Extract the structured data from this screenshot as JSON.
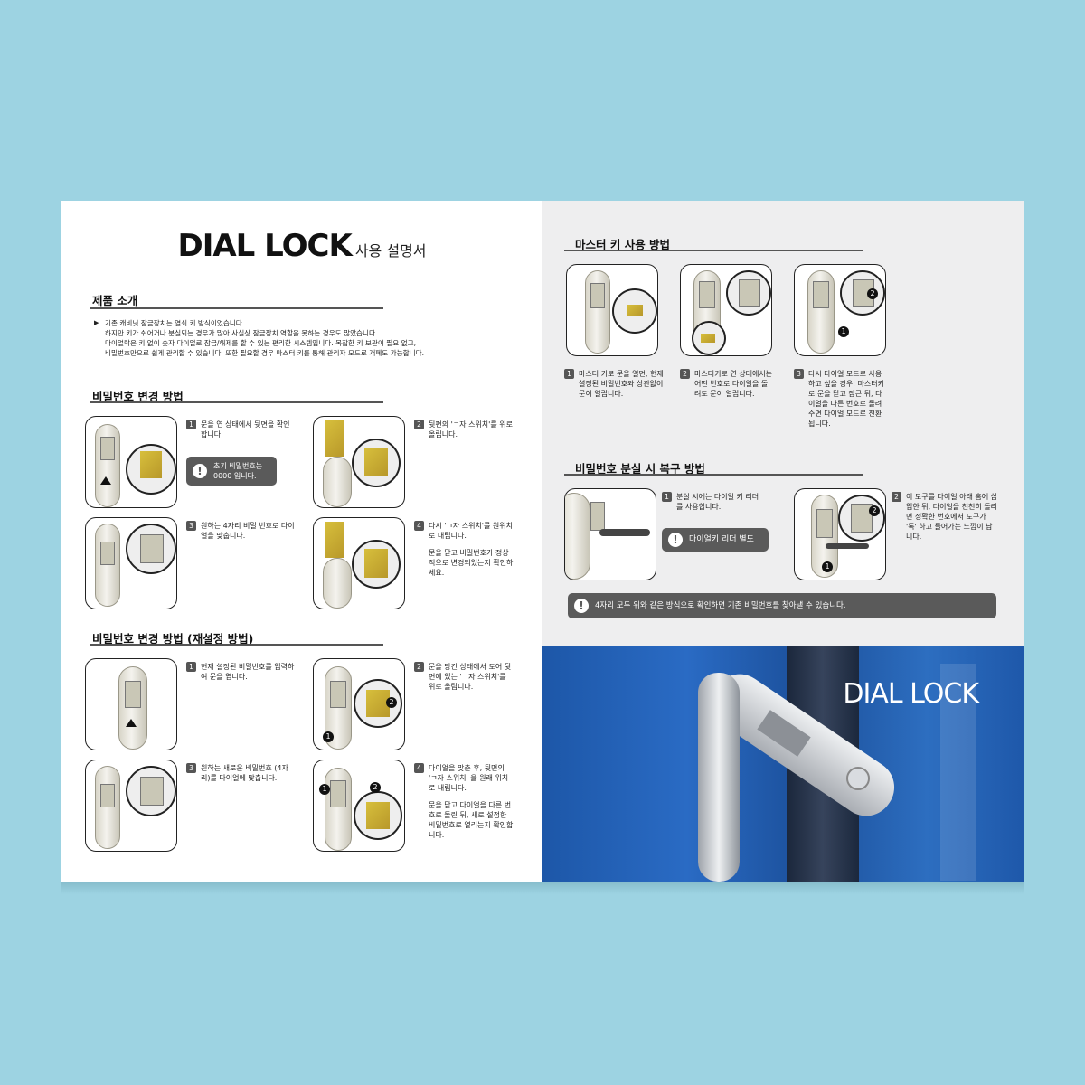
{
  "title": {
    "main": "DIAL LOCK",
    "sub": "사용 설명서"
  },
  "intro": {
    "heading": "제품 소개",
    "bullet": "▶",
    "lines": [
      "기존 캐비닛 잠금장치는 열쇠 키 방식이었습니다.",
      "하지만 키가 쉬어거나 분실되는 경우가 많아 사실상 잠금장치 역할을 못하는 경우도 많았습니다.",
      "다이얼락은 키 없이 숫자 다이얼로 잠금/해제를 할 수 있는 편리한 시스템입니다. 복잡한 키 보관이 필요 없고,",
      "비밀번호만으로 쉽게 관리할 수 있습니다. 또한 필요할 경우 마스터 키를 통해 관리자 모드로 개폐도 가능합니다."
    ]
  },
  "change": {
    "heading": "비밀번호 변경 방법",
    "steps": [
      {
        "n": "1",
        "text": "문을 연 상태에서 뒷면을 확인합니다"
      },
      {
        "n": "2",
        "text": "뒷편의 'ㄱ자 스위치'를 위로 올립니다."
      },
      {
        "n": "3",
        "text": "원하는 4자리 비밀 번호로 다이얼을 맞춥니다."
      },
      {
        "n": "4",
        "text": "다시 'ㄱ자 스위치'를 원위치로 내립니다.",
        "extra": "문을 닫고 비밀번호가 정상적으로 변경되었는지 확인하세요."
      }
    ],
    "note": "초기 비밀번호는 0000 입니다."
  },
  "reset": {
    "heading": "비밀번호 변경 방법 (재설정 방법)",
    "steps": [
      {
        "n": "1",
        "text": "현재 설정된 비밀번호를 입력하여 문을 엽니다."
      },
      {
        "n": "2",
        "text": "문을 당긴 상태에서 도어 뒷면에 있는 'ㄱ자 스위치'를 위로 올림니다."
      },
      {
        "n": "3",
        "text": "원하는 새로운 비밀번호 (4자리)를 다이얼에 맞춥니다."
      },
      {
        "n": "4",
        "text": "다이얼을 맞춘 후, 뒷면의 'ㄱ자 스위치' 을 원래 위치로 내립니다.",
        "extra": "문을 닫고 다이얼을 다른 번호로 돌린 뒤, 새로 설정한 비밀번호로 열리는지 확인합니다."
      }
    ]
  },
  "master": {
    "heading": "마스터 키 사용 방법",
    "steps": [
      {
        "n": "1",
        "text": "마스터 키로 문을 열면, 현재 설정된 비밀번호와 상관없이 문이 열립니다."
      },
      {
        "n": "2",
        "text": "마스터키로 연 상태에서는 어떤 번호로 다이얼을 돌려도 문이 열립니다."
      },
      {
        "n": "3",
        "text": "다시 다이얼 모드로 사용하고 싶을 경우: 마스터키로 문을 닫고 잠근 뒤, 다이얼을 다른 번호로 돌려주면 다이얼 모드로 전환됩니다."
      }
    ]
  },
  "lost": {
    "heading": "비밀번호 분실 시 복구 방법",
    "steps": [
      {
        "n": "1",
        "text": "분실 시에는 다이얼 키 리더를 사용합니다."
      },
      {
        "n": "2",
        "text": "이 도구를 다이얼 아래 홈에 삽입한 뒤, 다이얼을 천천히 돌리면 정확한 번호에서 도구가 '톡' 하고 들어가는 느낌이 납니다."
      }
    ],
    "note": "다이얼키 리더 별도",
    "bottom_note": "4자리 모두 위와 같은 방식으로 확인하면 기존 비밀번호를 찾아낼 수 있습니다."
  },
  "photo": {
    "title": "DIAL LOCK"
  },
  "labels": {
    "one": "1",
    "two": "2",
    "excl": "!"
  },
  "colors": {
    "background": "#9dd3e2",
    "note_bg": "#5a5a5a",
    "gold": "#d7bf3c",
    "photo_blue": "#1d57a8"
  }
}
